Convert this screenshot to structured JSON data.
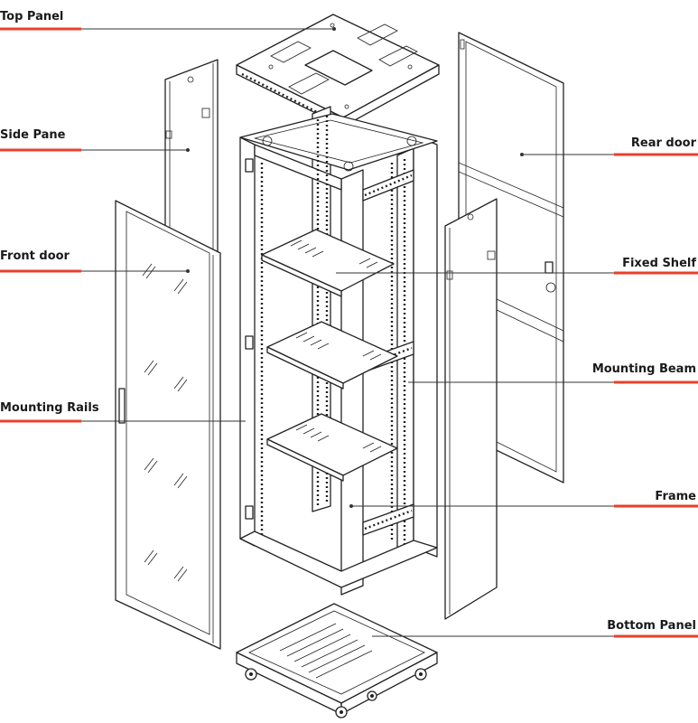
{
  "labels": {
    "top_panel": "Top Panel",
    "side_pane": "Side Pane",
    "front_door": "Front door",
    "mounting_rails": "Mounting Rails",
    "rear_door": "Rear door",
    "fixed_shelf": "Fixed Shelf",
    "mounting_beam": "Mounting Beam",
    "frame": "Frame",
    "bottom_panel": "Bottom Panel"
  },
  "colors": {
    "accent_underline": "#e8402a",
    "line": "#222222",
    "label_text": "#1a1a1a"
  }
}
